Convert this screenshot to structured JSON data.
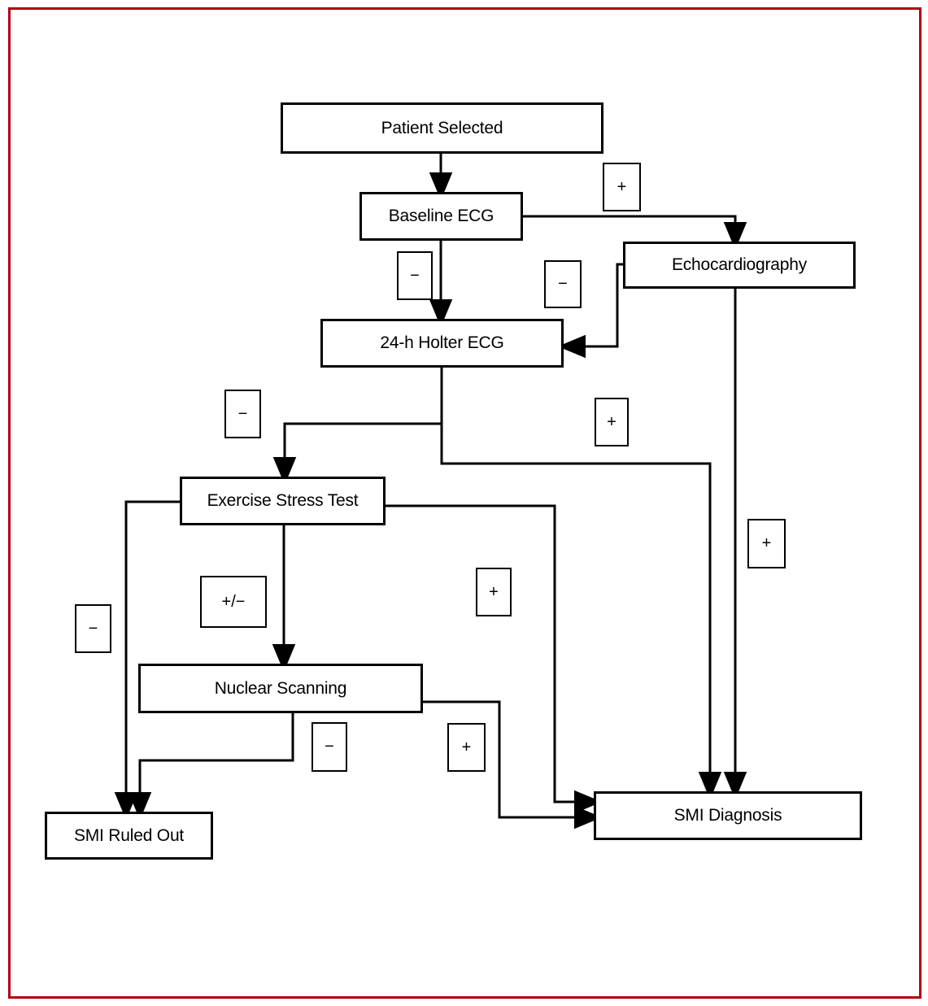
{
  "figure": {
    "border_color": "#b00016",
    "background_color": "#ffffff",
    "line_color": "#000000"
  },
  "nodes": {
    "patient_selected": {
      "label": "Patient Selected"
    },
    "baseline_ecg": {
      "label": "Baseline ECG"
    },
    "echocardiography": {
      "label": "Echocardiography"
    },
    "holter_ecg": {
      "label": "24-h Holter ECG"
    },
    "exercise_stress_test": {
      "label": "Exercise Stress Test"
    },
    "nuclear_scanning": {
      "label": "Nuclear Scanning"
    },
    "smi_ruled_out": {
      "label": "SMI Ruled Out"
    },
    "smi_diagnosis": {
      "label": "SMI Diagnosis"
    }
  },
  "edges": {
    "patient_to_baseline": {
      "from": "patient_selected",
      "to": "baseline_ecg",
      "sign": ""
    },
    "baseline_to_echo": {
      "from": "baseline_ecg",
      "to": "echocardiography",
      "sign": "+"
    },
    "baseline_to_holter": {
      "from": "baseline_ecg",
      "to": "holter_ecg",
      "sign": "−"
    },
    "echo_to_holter": {
      "from": "echocardiography",
      "to": "holter_ecg",
      "sign": "−"
    },
    "echo_to_smi_diagnosis": {
      "from": "echocardiography",
      "to": "smi_diagnosis",
      "sign": "+"
    },
    "holter_to_est": {
      "from": "holter_ecg",
      "to": "exercise_stress_test",
      "sign": "−"
    },
    "holter_to_smi_diagnosis": {
      "from": "holter_ecg",
      "to": "smi_diagnosis",
      "sign": "+"
    },
    "est_to_smi_ruled_out": {
      "from": "exercise_stress_test",
      "to": "smi_ruled_out",
      "sign": "−"
    },
    "est_to_nuclear": {
      "from": "exercise_stress_test",
      "to": "nuclear_scanning",
      "sign": "+/−"
    },
    "est_to_smi_diagnosis": {
      "from": "exercise_stress_test",
      "to": "smi_diagnosis",
      "sign": "+"
    },
    "nuclear_to_smi_ruled_out": {
      "from": "nuclear_scanning",
      "to": "smi_ruled_out",
      "sign": "−"
    },
    "nuclear_to_smi_diagnosis": {
      "from": "nuclear_scanning",
      "to": "smi_diagnosis",
      "sign": "+"
    }
  }
}
